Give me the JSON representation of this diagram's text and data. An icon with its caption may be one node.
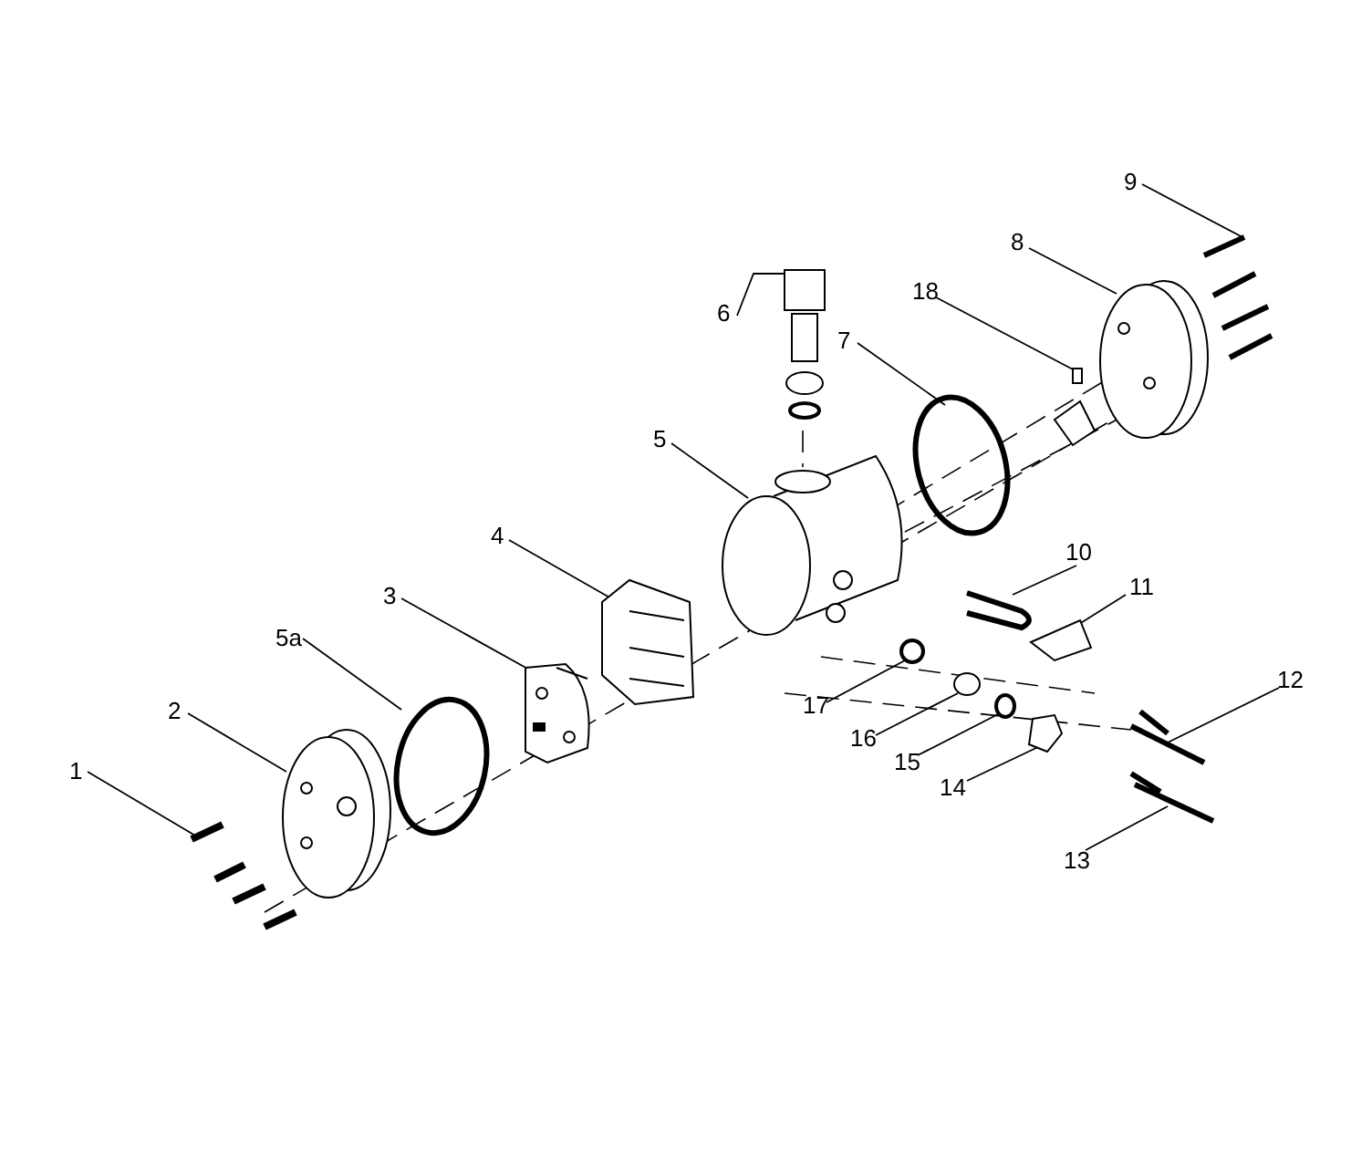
{
  "diagram": {
    "nodes": [
      {
        "text": [
          "1"
        ]
      },
      {
        "text": [
          "2"
        ]
      },
      {
        "text": [
          "3"
        ]
      },
      {
        "text": [
          "4"
        ]
      },
      {
        "text": [
          "5"
        ]
      },
      {
        "text": [
          "5a"
        ]
      },
      {
        "text": [
          "6"
        ]
      },
      {
        "text": [
          "7"
        ]
      },
      {
        "text": [
          "8"
        ]
      },
      {
        "text": [
          "9"
        ]
      },
      {
        "text": [
          "10"
        ]
      },
      {
        "text": [
          "11"
        ]
      },
      {
        "text": [
          "12"
        ]
      },
      {
        "text": [
          "13"
        ]
      },
      {
        "text": [
          "14"
        ]
      },
      {
        "text": [
          "15"
        ]
      },
      {
        "text": [
          "16"
        ]
      },
      {
        "text": [
          "17"
        ]
      },
      {
        "text": [
          "18"
        ]
      },
      {
        "text": [],
        "shape": "picture"
      },
      {
        "text": [],
        "shape": "picture"
      },
      {
        "text": [],
        "shape": "picture"
      },
      {
        "text": [],
        "shape": "picture"
      },
      {
        "text": [],
        "shape": "picture"
      },
      {
        "text": [],
        "shape": "circle"
      },
      {
        "text": [],
        "shape": "picture"
      },
      {
        "text": [],
        "shape": "circle"
      },
      {
        "text": [],
        "shape": "picture"
      },
      {
        "text": [],
        "shape": "picture"
      },
      {
        "text": [],
        "shape": "picture"
      },
      {
        "text": [],
        "shape": "picture"
      },
      {
        "text": [],
        "shape": "picture"
      },
      {
        "text": [],
        "shape": "picture"
      },
      {
        "text": [],
        "shape": "picture"
      },
      {
        "text": [],
        "shape": "circle"
      },
      {
        "text": [],
        "shape": "circle"
      },
      {
        "text": [],
        "shape": "circle"
      },
      {
        "text": [],
        "shape": "picture"
      }
    ],
    "edges": [
      {
        "from": 0,
        "to": 19,
        "arrow": "none"
      },
      {
        "from": 1,
        "to": 20,
        "arrow": "none"
      },
      {
        "from": 2,
        "to": 21,
        "arrow": "none"
      },
      {
        "from": 3,
        "to": 22,
        "arrow": "none"
      },
      {
        "from": 4,
        "to": 23,
        "arrow": "none"
      },
      {
        "from": 5,
        "to": 24,
        "arrow": "none"
      },
      {
        "from": 6,
        "to": 25,
        "arrow": "none"
      },
      {
        "from": 7,
        "to": 26,
        "arrow": "none"
      },
      {
        "from": 8,
        "to": 27,
        "arrow": "none"
      },
      {
        "from": 9,
        "to": 28,
        "arrow": "none"
      },
      {
        "from": 10,
        "to": 29,
        "arrow": "none"
      },
      {
        "from": 11,
        "to": 30,
        "arrow": "none"
      },
      {
        "from": 12,
        "to": 31,
        "arrow": "none"
      },
      {
        "from": 13,
        "to": 32,
        "arrow": "none"
      },
      {
        "from": 14,
        "to": 33,
        "arrow": "none"
      },
      {
        "from": 15,
        "to": 34,
        "arrow": "none"
      },
      {
        "from": 16,
        "to": 35,
        "arrow": "none"
      },
      {
        "from": 17,
        "to": 36,
        "arrow": "none"
      },
      {
        "from": 18,
        "to": 37,
        "arrow": "none"
      }
    ]
  }
}
